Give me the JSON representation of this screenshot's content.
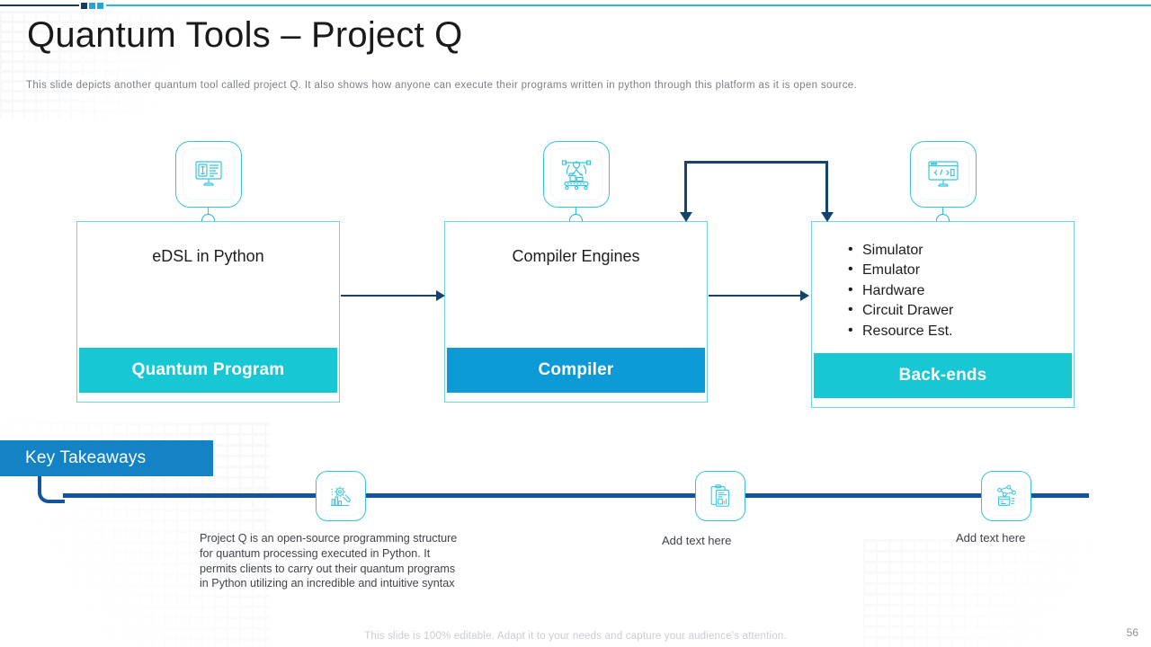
{
  "header": {
    "title": "Quantum Tools – Project Q",
    "subtitle": "This slide depicts another  quantum tool called project Q. It also shows how anyone can execute their programs  written in python through  this platform  as it is open source."
  },
  "colors": {
    "accent_teal": "#17c7d4",
    "accent_blue": "#0d9ad6",
    "banner_blue": "#1383c6",
    "line_navy": "#14539e",
    "arrow_navy": "#14436b",
    "icon_outline": "#35c4dd"
  },
  "flow": {
    "boxes": [
      {
        "icon": "monitor-code-editor-icon",
        "heading": "eDSL in Python",
        "bullets": [],
        "footer_label": "Quantum Program",
        "footer_color": "#17c7d4"
      },
      {
        "icon": "robot-conveyor-factory-icon",
        "heading": "Compiler Engines",
        "bullets": [],
        "footer_label": "Compiler",
        "footer_color": "#0d9ad6"
      },
      {
        "icon": "monitor-code-brackets-icon",
        "heading": "",
        "bullets": [
          "Simulator",
          "Emulator",
          "Hardware",
          "Circuit Drawer",
          "Resource Est."
        ],
        "footer_label": "Back-ends",
        "footer_color": "#17c7d4"
      }
    ]
  },
  "key_takeaways": {
    "banner_label": "Key Takeaways",
    "items": [
      {
        "icon": "gear-wrench-analytics-icon",
        "text": "Project Q is an open-source programming structure for quantum processing executed in Python. It permits clients to carry out their quantum programs in Python utilizing  an incredible and intuitive syntax"
      },
      {
        "icon": "clipboard-report-icon",
        "text": "Add text here"
      },
      {
        "icon": "network-nodes-icon",
        "text": "Add text here"
      }
    ]
  },
  "footer": {
    "note": "This slide is 100% editable. Adapt it to your needs and capture your audience's attention.",
    "page_number": "56"
  }
}
